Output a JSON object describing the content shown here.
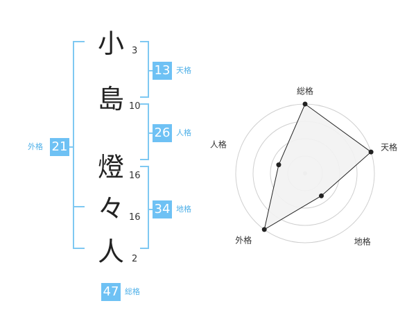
{
  "name": {
    "chars": [
      {
        "char": "小",
        "strokes": "3"
      },
      {
        "char": "島",
        "strokes": "10"
      },
      {
        "char": "燈",
        "strokes": "16"
      },
      {
        "char": "々",
        "strokes": "16"
      },
      {
        "char": "人",
        "strokes": "2"
      }
    ]
  },
  "fortunes": {
    "tenkaku": {
      "value": "13",
      "label": "天格"
    },
    "jinkaku": {
      "value": "26",
      "label": "人格"
    },
    "chikaku": {
      "value": "34",
      "label": "地格"
    },
    "gaikaku": {
      "value": "21",
      "label": "外格"
    },
    "soukaku": {
      "value": "47",
      "label": "総格"
    }
  },
  "chart_data": {
    "type": "radar",
    "axes": [
      "総格",
      "天格",
      "地格",
      "外格",
      "人格"
    ],
    "values": [
      1.0,
      1.0,
      0.4,
      1.0,
      0.4
    ],
    "range": [
      0,
      1
    ],
    "rings": 4,
    "fill_color": "#f2f2f2",
    "line_color": "#222222"
  },
  "colors": {
    "accent": "#6ec1f4",
    "bracket": "#7ec8f2"
  }
}
